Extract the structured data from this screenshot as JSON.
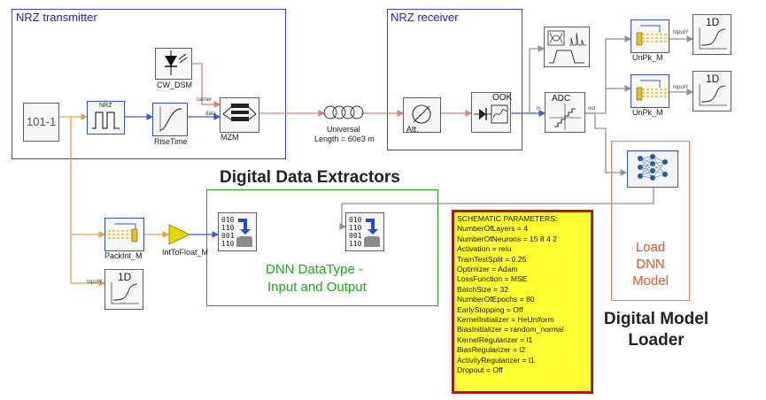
{
  "groups": {
    "transmitter": {
      "title": "NRZ transmitter"
    },
    "receiver": {
      "title": "NRZ receiver"
    },
    "extractors": {
      "title": "Digital Data Extractors",
      "caption_line1": "DNN DataType -",
      "caption_line2": "Input and Output"
    },
    "loader": {
      "inner_line1": "Load",
      "inner_line2": "DNN",
      "inner_line3": "Model",
      "title_line1": "Digital Model",
      "title_line2": "Loader"
    }
  },
  "blocks": {
    "prbs": {
      "text": "101-1"
    },
    "nrz": {
      "label": "NRZ"
    },
    "cw": {
      "label": "CW_DSM"
    },
    "risetime": {
      "label": "RiseTime"
    },
    "mzm": {
      "label": "MZM",
      "port_carrier": "carrier",
      "port_data": "data"
    },
    "fiber": {
      "label_line1": "Universal",
      "label_line2": "Length = 60e3 m"
    },
    "att": {
      "label": "Att."
    },
    "ook": {
      "label": "OOK"
    },
    "adc": {
      "label": "ADC",
      "port_in": "in",
      "port_out": "out"
    },
    "unpk1": {
      "label": "UnPk_M",
      "port": "InputY"
    },
    "unpk2": {
      "label": "UnPk_M",
      "port": "InputY"
    },
    "scope1": {
      "label": "1D"
    },
    "scope2": {
      "label": "1D"
    },
    "scope3": {
      "label": "1D"
    },
    "scope3_port": "InputY",
    "packint": {
      "label": "PackInt_M"
    },
    "inttofloat": {
      "label": "IntToFloat_M"
    },
    "bits_text": "010\n110\n001\n110"
  },
  "params": {
    "heading": "SCHEMATIC PARAMETERS:",
    "lines": [
      "NumberOfLayers = 4",
      "NumberOfNeurons = 15 8 4 2",
      "Activation = relu",
      "TrainTestSplit = 0.25",
      "Optimizer = Adam",
      "LossFunction = MSE",
      "BatchSize = 32",
      "NumberOfEpochs = 80",
      "EarlyStopping = Off",
      "KernelInitializer = HeUniform",
      "BiasInitializer = random_normal",
      "KernelRegularizer = l1",
      "BiasRegularizer = l2",
      "ActivityRegularizer = l1",
      "Dropout = Off"
    ]
  },
  "colors": {
    "group_border": "#4040e0",
    "group_title": "#1f1fc8",
    "extractor_border": "#22aa22",
    "extractor_text": "#1aaa1a",
    "loader_border": "#f08060",
    "loader_text": "#f05020",
    "params_bg": "#ffff33",
    "params_border": "#a51c1c",
    "wire_optical": "#e08070",
    "wire_electrical": "#3a5ad8",
    "wire_digital": "#e8a040",
    "wire_gray": "#909090"
  }
}
